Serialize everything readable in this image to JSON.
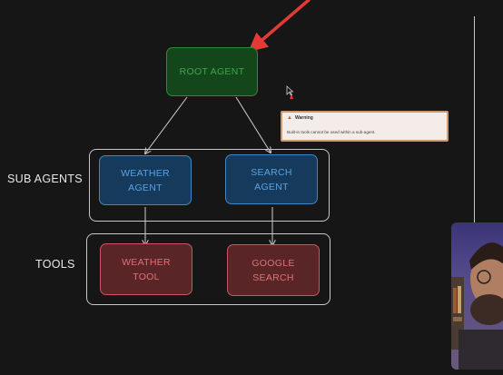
{
  "diagram": {
    "root": {
      "label": "ROOT AGENT"
    },
    "sub_agents": {
      "label": "SUB AGENTS",
      "items": [
        {
          "label": "WEATHER\nAGENT"
        },
        {
          "label": "SEARCH\nAGENT"
        }
      ]
    },
    "tools": {
      "label": "TOOLS",
      "items": [
        {
          "label": "WEATHER\nTOOL"
        },
        {
          "label": "GOOGLE\nSEARCH"
        }
      ]
    }
  },
  "warning": {
    "title": "Warning",
    "message": "Built-in tools cannot be used within a sub-agent.",
    "icon": "warning-triangle-icon"
  },
  "annotation": {
    "icon": "red-arrow-pointer-icon",
    "color": "#e33a36"
  },
  "colors": {
    "root": "#2c8a38",
    "sub_agent": "#3f86c6",
    "tool": "#c8565c",
    "background": "#161616"
  }
}
